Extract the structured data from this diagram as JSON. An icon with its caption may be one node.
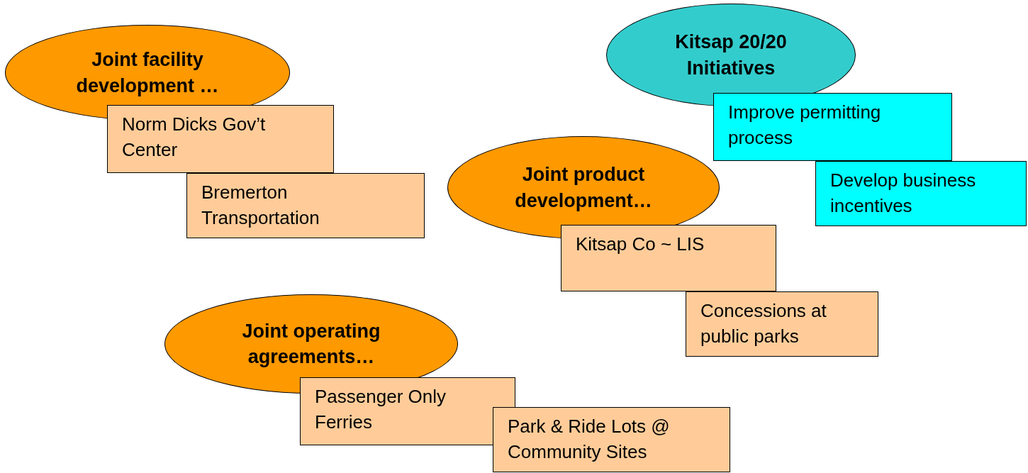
{
  "diagram": {
    "nodes": [
      {
        "text": [
          "Joint facility development …"
        ]
      },
      {
        "text": [
          "Norm Dicks Gov’t Center"
        ]
      },
      {
        "text": [
          "Bremerton Transportation"
        ]
      },
      {
        "text": [
          "Kitsap 20/20 Initiatives"
        ]
      },
      {
        "text": [
          "Improve permitting process"
        ]
      },
      {
        "text": [
          "Develop business incentives"
        ]
      },
      {
        "text": [
          "Joint product development…"
        ]
      },
      {
        "text": [
          "Kitsap Co ~ LIS"
        ]
      },
      {
        "text": [
          "Concessions at public parks"
        ]
      },
      {
        "text": [
          "Joint operating agreements…"
        ]
      },
      {
        "text": [
          "Passenger Only Ferries"
        ]
      },
      {
        "text": [
          "Park & Ride Lots @ Community Sites"
        ]
      }
    ]
  }
}
